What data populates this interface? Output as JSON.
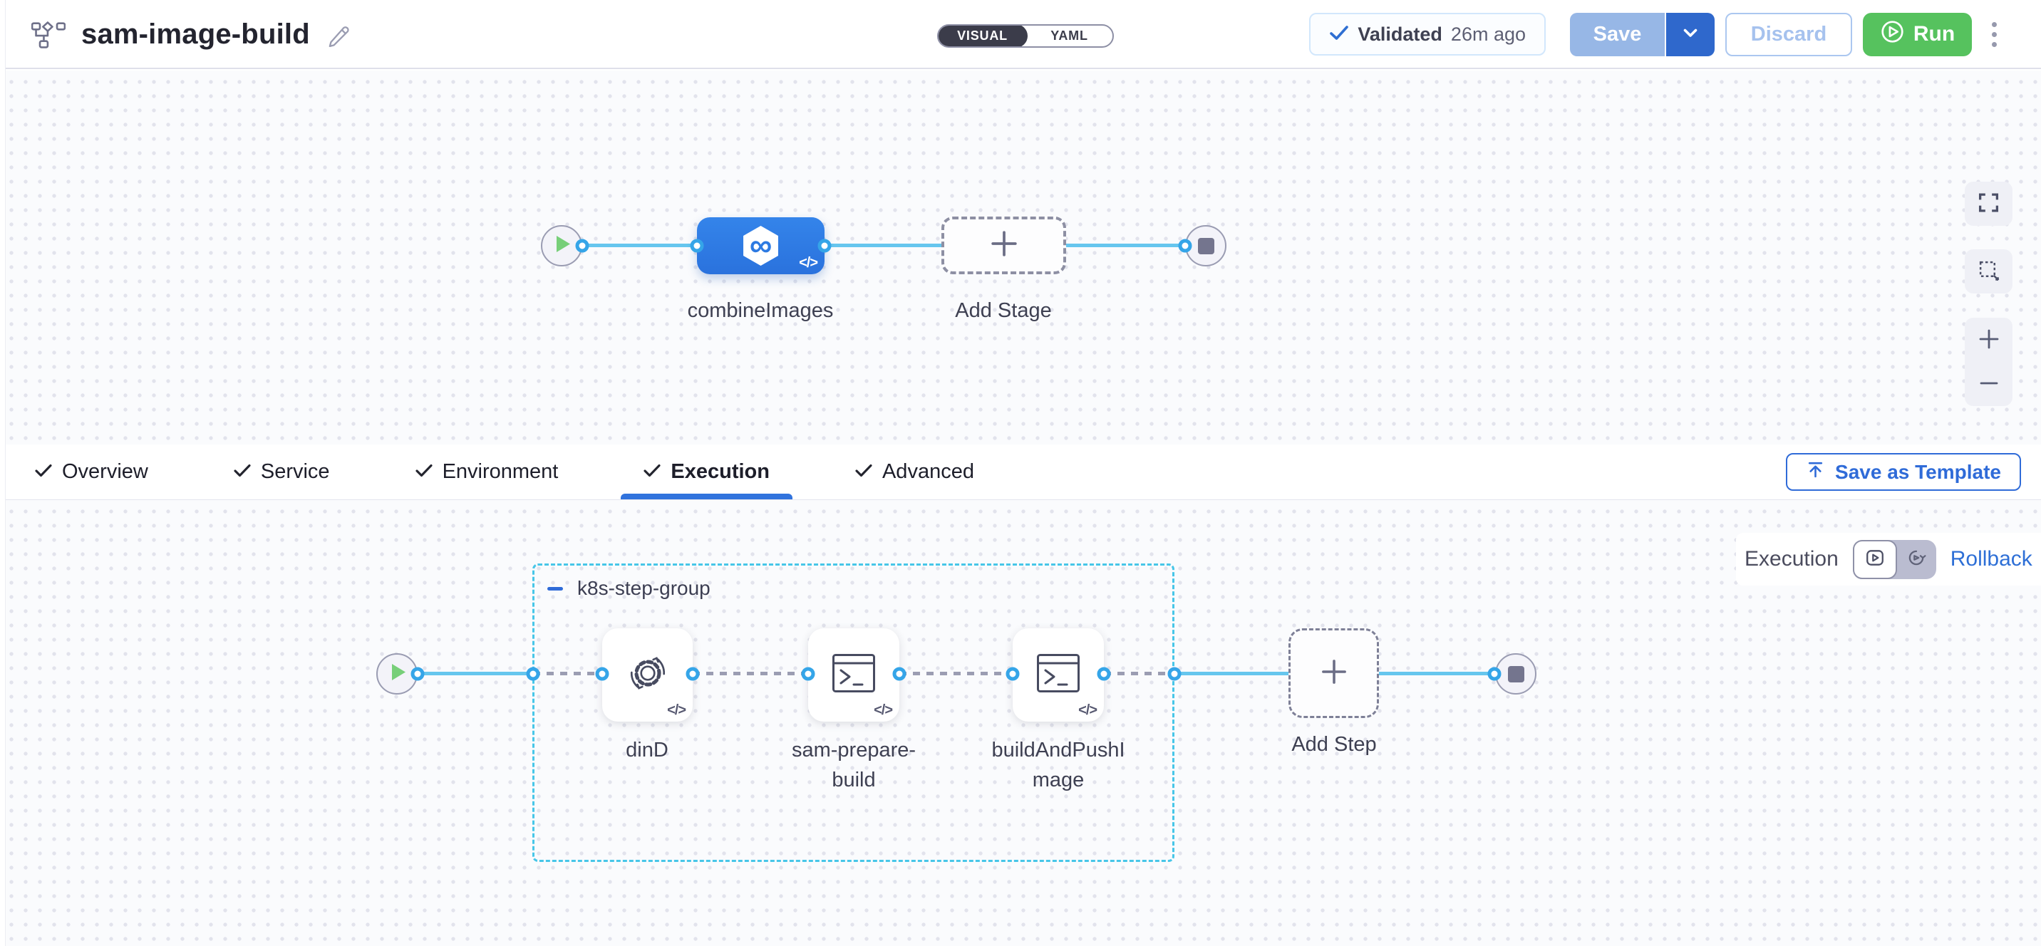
{
  "header": {
    "title": "sam-image-build",
    "view_toggle": {
      "visual_label": "VISUAL",
      "yaml_label": "YAML",
      "selected": "VISUAL"
    },
    "validation_badge": {
      "status": "Validated",
      "time_ago": "26m ago"
    },
    "save_button": "Save",
    "discard_button": "Discard",
    "run_button": "Run"
  },
  "stage_canvas": {
    "stage": {
      "name": "combineImages"
    },
    "add_stage_label": "Add Stage"
  },
  "tab_bar": {
    "tabs": [
      {
        "label": "Overview",
        "checked": true
      },
      {
        "label": "Service",
        "checked": true
      },
      {
        "label": "Environment",
        "checked": true
      },
      {
        "label": "Execution",
        "checked": true,
        "active": true
      },
      {
        "label": "Advanced",
        "checked": true
      }
    ],
    "active_tab": "Execution",
    "save_as_template_button": "Save as Template"
  },
  "execution_canvas": {
    "mode_toggle": {
      "execution_label": "Execution",
      "rollback_label": "Rollback",
      "selected": "Execution"
    },
    "step_group": {
      "name": "k8s-step-group",
      "steps": [
        {
          "name": "dinD",
          "icon": "sync-gear-icon"
        },
        {
          "name": "sam-prepare-build",
          "icon": "terminal-icon"
        },
        {
          "name": "buildAndPushImage",
          "icon": "terminal-icon"
        }
      ]
    },
    "add_step_label": "Add Step"
  },
  "icons": {
    "code_glyph": "</>",
    "stage_glyph": "∞"
  },
  "colors": {
    "accent-blue": "#2f6bd8",
    "stage-blue": "#2d7ae2",
    "line-blue": "#66c6ee",
    "port-blue": "#35a5e8",
    "group-cyan": "#47c6e8",
    "run-green": "#56c25e",
    "save-disabled-blue": "#97b7e6",
    "save-chevron-blue": "#2f68cc",
    "discard-blue": "#a6c2ee",
    "validated-blue": "#2f6fd2",
    "toggle-dark": "#3b3c4a",
    "start-green": "#77cf79",
    "canvas-bg": "#fafbfd",
    "canvas-dot": "#e2e3ec"
  }
}
